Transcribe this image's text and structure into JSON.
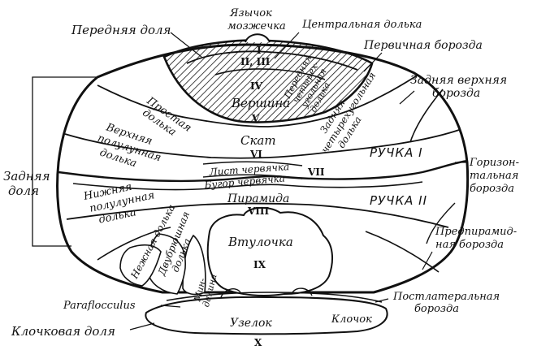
{
  "labels": {
    "yazychok": "Язычок",
    "mozzhechka": "мозжечка",
    "tsentralnaya": "Центральная долька",
    "perednyaya_dolya": "Передняя доля",
    "pervichnaya": "Первичная борозда",
    "zadnyaya_verkhnyaya_1": "Задняя верхняя",
    "zadnyaya_verkhnyaya_2": "борозда",
    "perednyaya_chetyrekh_1": "Передняя",
    "perednyaya_chetyrekh_2": "четырех-",
    "perednyaya_chetyrekh_3": "угольная",
    "perednyaya_chetyrekh_4": "долька",
    "vershina": "Вершина",
    "prostaya_1": "Простая",
    "prostaya_2": "долька",
    "zadnyaya_chetyrekh_1": "Задняя",
    "zadnyaya_chetyrekh_2": "четырехугольная",
    "zadnyaya_chetyrekh_3": "долька",
    "skat": "Скат",
    "verkhnyaya_polu_1": "Верхняя",
    "verkhnyaya_polu_2": "полулунная",
    "verkhnyaya_polu_3": "долька",
    "ruchka1": "РУЧКА I",
    "gorizont_1": "Горизон-",
    "gorizont_2": "тальная",
    "gorizont_3": "борозда",
    "zadnyaya_dolya_1": "Задняя",
    "zadnyaya_dolya_2": "доля",
    "list": "Лист червячка",
    "bugor": "Бугор червячка",
    "ruchka2": "РУЧКА II",
    "nizhnyaya_1": "Нижняя",
    "nizhnyaya_2": "полулунная",
    "nizhnyaya_3": "долька",
    "piramida": "Пирамида",
    "nezhnaya": "Нежная долька",
    "dvubryushnaya_1": "Двубрюшная",
    "dvubryushnaya_2": "долька",
    "vtulochka": "Втулочка",
    "minda_1": "Мин-",
    "minda_2": "далина",
    "predpiramid_1": "Предпирамид-",
    "predpiramid_2": "ная борозда",
    "paraflocculus": "Paraflocculus",
    "postlateral_1": "Постлатеральная",
    "postlateral_2": "борозда",
    "klochkovaya": "Клочковая доля",
    "uzelok": "Узелок",
    "klochok": "Клочок"
  },
  "roman": {
    "r1": "I",
    "r23": "II, III",
    "r4": "IV",
    "r5": "V",
    "r6": "VI",
    "r7": "VII",
    "r8": "VIII",
    "r9": "IX",
    "r10": "X"
  }
}
